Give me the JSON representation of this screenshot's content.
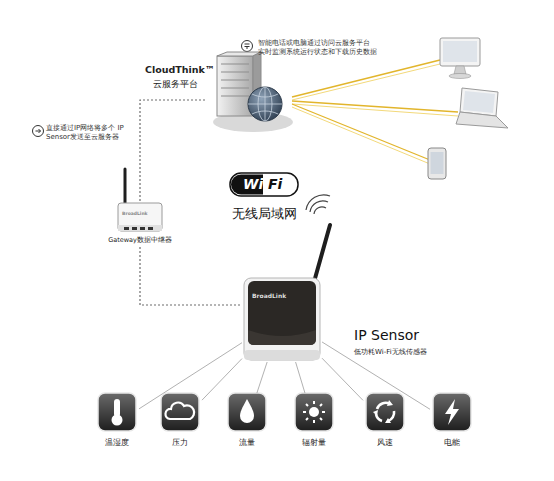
{
  "diagram": {
    "nodes": [
      {
        "text": [
          "CloudThink™",
          "云服务平台"
        ]
      },
      {
        "text": [
          "BroadLink",
          "Gateway数据中继器"
        ]
      },
      {
        "text": [
          "BroadLink",
          "IP Sensor",
          "低功耗Wi-Fi无线传感器"
        ]
      },
      {
        "text": [
          "温湿度"
        ]
      },
      {
        "text": [
          "压力"
        ]
      },
      {
        "text": [
          "流量"
        ]
      },
      {
        "text": [
          "辐射量"
        ]
      },
      {
        "text": [
          "风速"
        ]
      },
      {
        "text": [
          "电能"
        ]
      }
    ],
    "edges": [
      {
        "from": 0,
        "to": 1,
        "arrow": "none"
      },
      {
        "from": 1,
        "to": 2,
        "arrow": "none"
      },
      {
        "from": 2,
        "to": 3,
        "arrow": "none"
      },
      {
        "from": 2,
        "to": 4,
        "arrow": "none"
      },
      {
        "from": 2,
        "to": 5,
        "arrow": "none"
      },
      {
        "from": 2,
        "to": 6,
        "arrow": "none"
      },
      {
        "from": 2,
        "to": 7,
        "arrow": "none"
      },
      {
        "from": 2,
        "to": 8,
        "arrow": "none"
      }
    ],
    "labels": [
      "智能电话或电脑通过访问云服务平台 实时监测系统运行状态和下载历史数据",
      "直接通过IP网络将多个 IP Sensor发送至云服务器",
      "Wi",
      "Fi",
      "无线局域网"
    ]
  }
}
